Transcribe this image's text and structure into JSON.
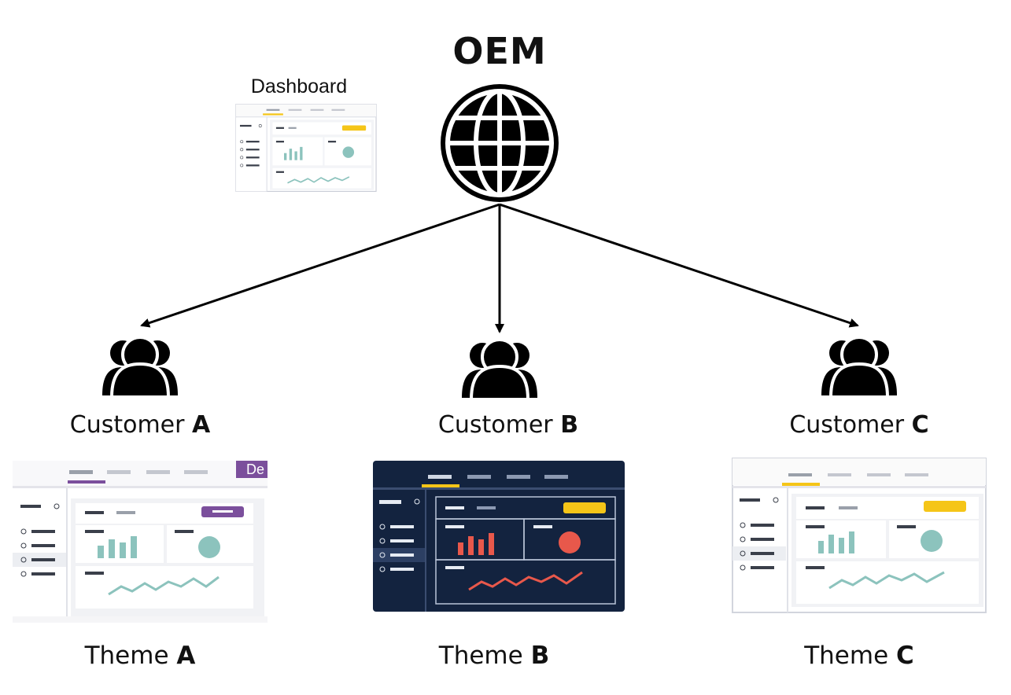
{
  "title": "OEM",
  "dashboard_label": "Dashboard",
  "customers": [
    {
      "prefix": "Customer",
      "letter": "A"
    },
    {
      "prefix": "Customer",
      "letter": "B"
    },
    {
      "prefix": "Customer",
      "letter": "C"
    }
  ],
  "themes": [
    {
      "prefix": "Theme",
      "letter": "A",
      "badge": "De",
      "accent": "#7b4f9c",
      "background": "#ffffff"
    },
    {
      "prefix": "Theme",
      "letter": "B",
      "accent": "#f5c518",
      "background": "#13233f"
    },
    {
      "prefix": "Theme",
      "letter": "C",
      "accent": "#f5c518",
      "background": "#ffffff"
    }
  ],
  "colors": {
    "ink": "#000000",
    "teal": "#8cc3bd",
    "red": "#e8584b",
    "purple": "#7b4f9c",
    "yellow": "#f5c518",
    "navy": "#13233f"
  },
  "icons": {
    "center": "globe-icon",
    "customers": "users-group-icon"
  }
}
